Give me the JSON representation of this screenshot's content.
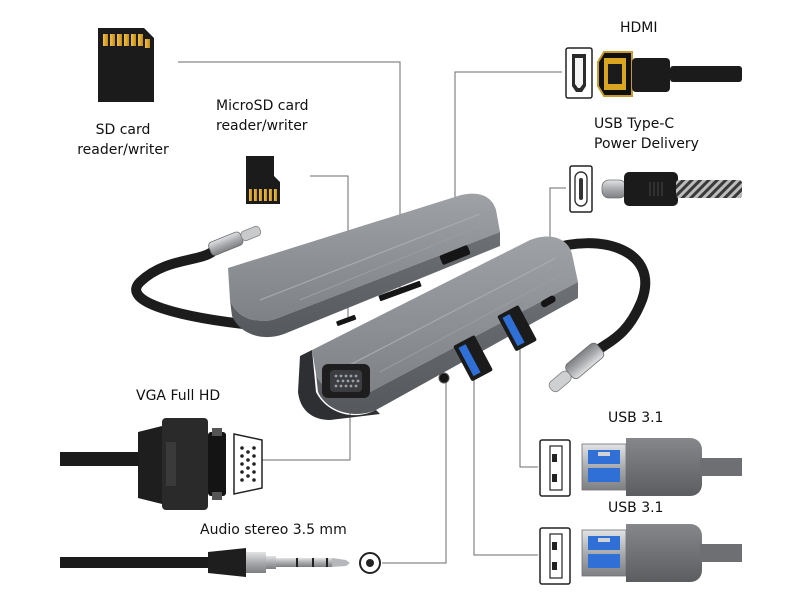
{
  "labels": {
    "sd": [
      "SD card",
      "reader/writer"
    ],
    "microsd": [
      "MicroSD card",
      "reader/writer"
    ],
    "hdmi": "HDMI",
    "usbc": [
      "USB Type-C",
      "Power Delivery"
    ],
    "vga": "VGA Full HD",
    "usb1": "USB 3.1",
    "usb2": "USB 3.1",
    "audio": "Audio stereo 3.5 mm"
  },
  "colors": {
    "hub_body": "#8c8f94",
    "hub_dark": "#4a4d52",
    "cable": "#1c1c1c",
    "usb_grey": "#6d6f72",
    "usb_blue": "#2f6fd6",
    "sd_gold": "#d9a521",
    "leader": "#6b6b6b"
  },
  "icons": {
    "sd_card": "sd-card-icon",
    "microsd_card": "microsd-card-icon",
    "hdmi_plug": "hdmi-plug-icon",
    "hdmi_port": "hdmi-port-icon",
    "usbc_plug": "usb-c-plug-icon",
    "usbc_port": "usb-c-port-icon",
    "vga_plug": "vga-plug-icon",
    "vga_port": "vga-port-icon",
    "usb_a_plug": "usb-a-plug-icon",
    "usb_a_port": "usb-a-port-icon",
    "audio_plug": "audio-jack-plug-icon",
    "audio_port": "audio-jack-port-icon",
    "hub": "usb-c-hub-icon"
  }
}
